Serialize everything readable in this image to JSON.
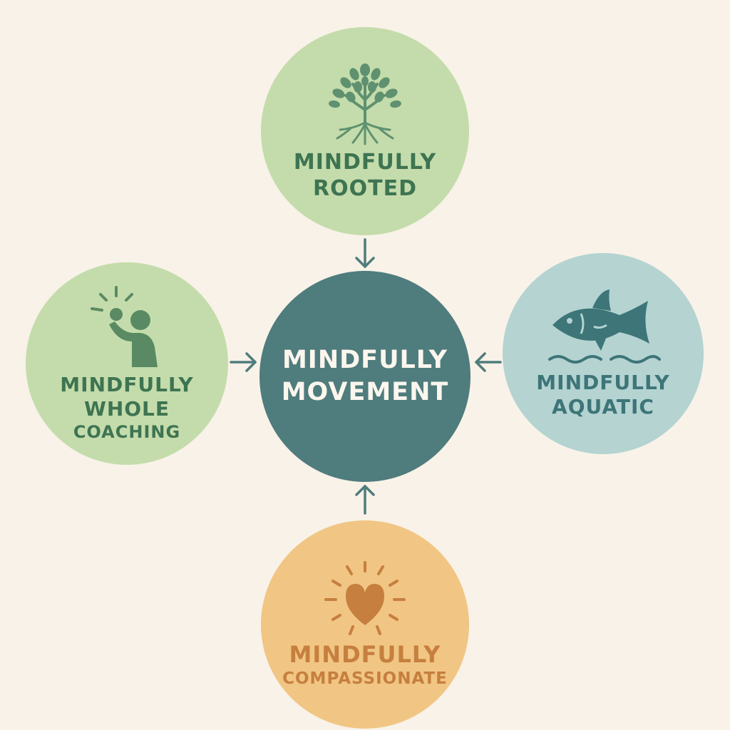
{
  "colors": {
    "background": "#f8f2e8",
    "green_circle": "#c4dcab",
    "green_text": "#3e7452",
    "blue_circle": "#b4d3d1",
    "blue_text": "#3d7578",
    "center_circle": "#4f7c7d",
    "center_text": "#fbf6ee",
    "orange_circle": "#f1c583",
    "orange_text": "#c67f3e",
    "arrow": "#4f7c7d"
  },
  "nodes": {
    "rooted": {
      "icon": "tree-icon",
      "line1": "MINDFULLY",
      "line2": "ROOTED"
    },
    "whole_coaching": {
      "icon": "person-icon",
      "line1": "MINDFULLY",
      "line2": "WHOLE",
      "line3": "COACHING"
    },
    "aquatic": {
      "icon": "fish-icon",
      "line1": "MINDFULLY",
      "line2": "AQUATIC"
    },
    "movement": {
      "line1": "MINDFULLY",
      "line2": "MOVEMENT"
    },
    "compassionate": {
      "icon": "heart-icon",
      "line1": "MINDFULLY",
      "line2": "COMPASSIONATE"
    }
  },
  "arrows": [
    {
      "from": "rooted",
      "to": "movement",
      "icon": "arrow-down-icon"
    },
    {
      "from": "whole_coaching",
      "to": "movement",
      "icon": "arrow-right-icon"
    },
    {
      "from": "aquatic",
      "to": "movement",
      "icon": "arrow-left-icon"
    },
    {
      "from": "compassionate",
      "to": "movement",
      "icon": "arrow-up-icon"
    }
  ]
}
